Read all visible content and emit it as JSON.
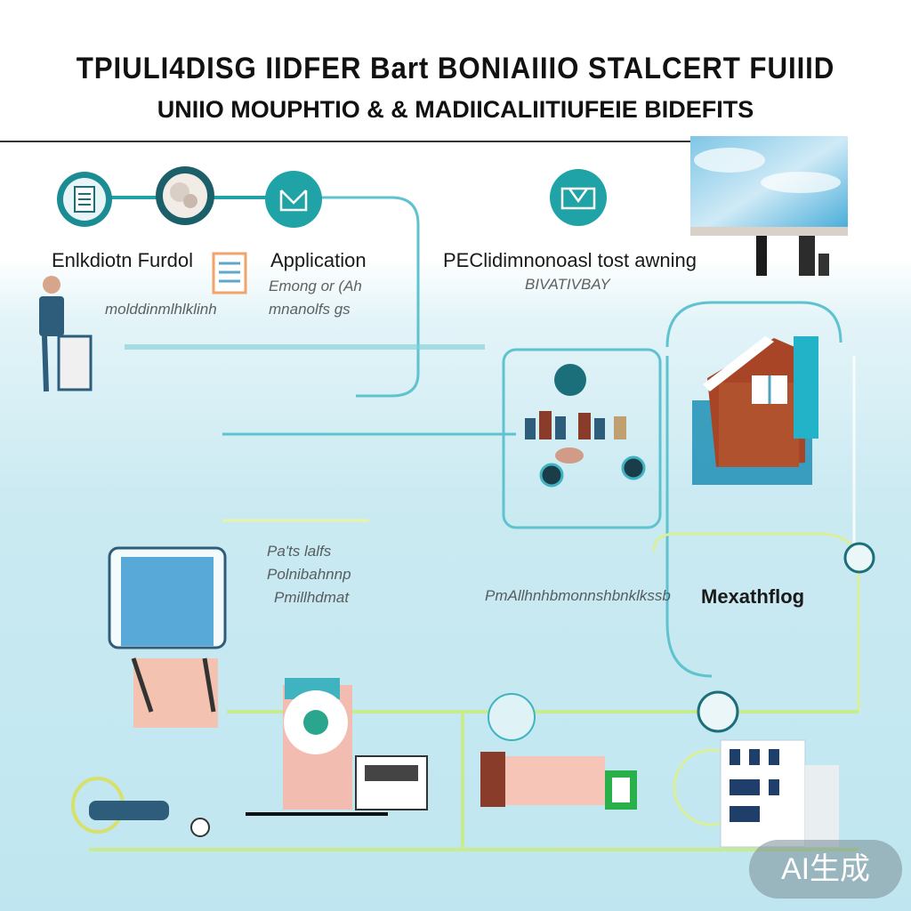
{
  "header": {
    "title": "TPIULI4DISG IIDFER Bart BONIAIIIO STALCERT FUIIID",
    "subtitle": "UNIIO MOUPHTIO & & MADIICALIITIUFEIE BIDEFITS"
  },
  "stages": [
    {
      "label": "Enlkdiotn Furdol"
    },
    {
      "label": "Application"
    },
    {
      "label": "PEClidimnonoasl tost awning"
    },
    {
      "label": "Mexathflog"
    }
  ],
  "captions": [
    "Emong or (Ah",
    "mnanolfs gs",
    "molddinmlhlklinh",
    "BIVATIVBAY",
    "Pa'ts lalfs",
    "Polnibahnnp",
    "Pmillhdmat",
    "PmAllhnhbmonnshbnklkssb"
  ],
  "icons": [
    "document-icon",
    "globe-icon",
    "mail-icon",
    "ticket-icon",
    "clipboard-icon",
    "person-icon",
    "house-icon",
    "globe-icon",
    "water-icon",
    "seat-icon",
    "store-icon",
    "building-icon"
  ],
  "colors": {
    "teal": "#1fa3a6",
    "line_teal": "#5fc3cf",
    "line_green": "#bfe98a",
    "background_blue": "#c3e7f0"
  },
  "badge": {
    "text": "AI生成"
  }
}
